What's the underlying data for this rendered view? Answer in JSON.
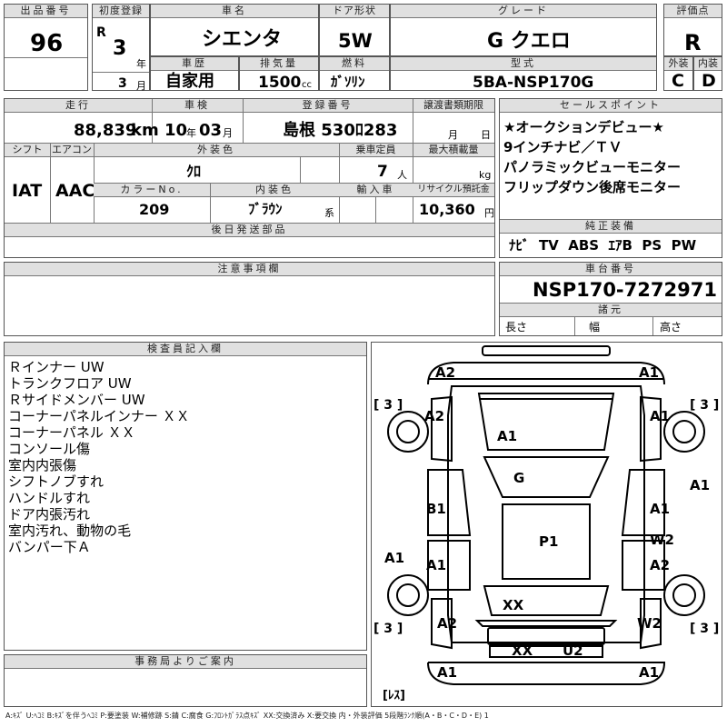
{
  "header": {
    "lot_label": "出品番号",
    "lot": "96",
    "first_reg_label": "初度登録",
    "era": "R",
    "year_num": "3",
    "year_unit": "年",
    "month_num": "3",
    "month_unit": "月",
    "name_label": "車名",
    "name": "シエンタ",
    "doors_label": "ドア形状",
    "doors": "5W",
    "grade_label": "グレード",
    "grade": "G クエロ",
    "score_label": "評価点",
    "score": "R",
    "history_label": "車歴",
    "history": "自家用",
    "disp_label": "排気量",
    "disp": "1500",
    "disp_unit": "cc",
    "fuel_label": "燃料",
    "fuel": "ｶﾞｿﾘﾝ",
    "model_label": "型式",
    "model": "5BA-NSP170G",
    "ext_label": "外装",
    "ext_grade": "C",
    "int_label": "内装",
    "int_grade": "D"
  },
  "row2": {
    "mileage_label": "走行",
    "mileage": "88,839",
    "km": "km",
    "inspect_label": "車検",
    "inspect_year": "10",
    "y": "年",
    "inspect_month": "03",
    "m": "月",
    "plate_label": "登録番号",
    "plate": "島根 530ﾛ283",
    "transfer_label": "譲渡書類期限",
    "transfer_month": "月",
    "transfer_day": "日",
    "shift_label": "シフト",
    "shift": "IAT",
    "ac_label": "エアコン",
    "ac": "AAC",
    "color_label": "外装色",
    "color": "ｸﾛ",
    "capacity_label": "乗車定員",
    "capacity": "7",
    "capacity_unit": "人",
    "load_label": "最大積載量",
    "load_unit": "kg",
    "color_no_label": "カラーNo.",
    "color_no": "209",
    "interior_label": "内装色",
    "interior": "ﾌﾞﾗｳﾝ",
    "interior_suffix": "系",
    "import_label": "輸入車",
    "recycle_label": "リサイクル預託金",
    "recycle": "10,360",
    "recycle_unit": "円",
    "later_label": "後日発送部品"
  },
  "sales": {
    "label": "セールスポイント",
    "points": [
      "★オークションデビュー★",
      "9インチナビ／ＴＶ",
      "パノラミックビューモニター",
      "フリップダウン後席モニター"
    ]
  },
  "equipment": {
    "label": "純正装備",
    "items": "ﾅﾋﾞ  TV  ABS  ｴｱB  PS  PW"
  },
  "notes_label": "注意事項欄",
  "chassis": {
    "label": "車台番号",
    "value": "NSP170-7272971",
    "spec_label": "諸元",
    "length": "長さ",
    "width": "幅",
    "height": "高さ"
  },
  "inspector": {
    "label": "検査員記入欄",
    "lines": [
      "Ｒインナー UW",
      "トランクフロア UW",
      "Ｒサイドメンバー UW",
      "コーナーパネルインナー ＸＸ",
      "コーナーパネル ＸＸ",
      "コンソール傷",
      "室内内張傷",
      "シフトノブすれ",
      "ハンドルすれ",
      "ドア内張汚れ",
      "室内汚れ、動物の毛",
      "バンパー下Ａ"
    ]
  },
  "office_label": "事務局よりご案内",
  "legend": "A:ｷｽﾞ U:ﾍｺﾐ B:ｷｽﾞを伴うﾍｺﾐ P:要塗装 W:補修跡 S:錆 C:腐食 G:ﾌﾛﾝﾄｶﾞﾗｽ点ｷｽﾞ XX:交換済み X:要交換 内・外装評価 5段階ﾗﾝｸ順(A・B・C・D・E) 1",
  "diagram": {
    "tire_tl": "[ 3 ]",
    "tire_tr": "[ 3 ]",
    "tire_bl": "[ 3 ]",
    "tire_br": "[ 3 ]",
    "spare": "[ﾚｽ]",
    "marks": {
      "front_l": "A2",
      "front_r": "A1",
      "fender_fl": "A2",
      "fender_fr": "A1",
      "hood": "A1",
      "glass": "G",
      "door_l1": "B1",
      "door_r1": "A1",
      "door_r_edge": "A1",
      "roof": "P1",
      "door_r2": "W2",
      "left_side": "A1",
      "door_l2": "A1",
      "door_r3": "A2",
      "trunk": "XX",
      "quarter_l": "A2",
      "quarter_r": "W2",
      "rear_panel": "XX",
      "rear_panel2": "U2",
      "rear_l": "A1",
      "rear_r": "A1"
    }
  }
}
